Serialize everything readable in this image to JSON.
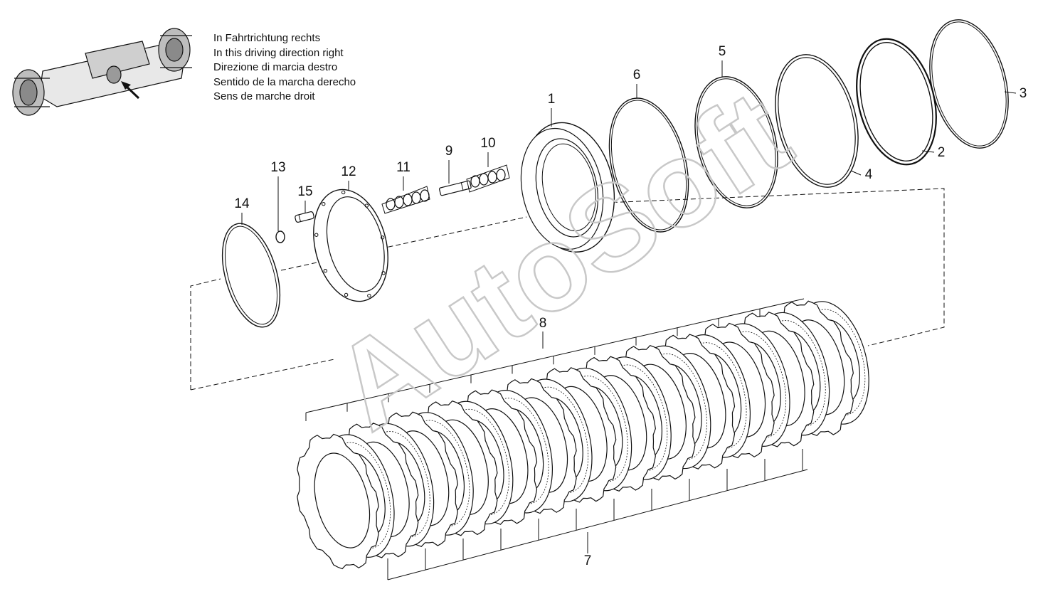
{
  "direction_text": [
    "In Fahrtrichtung rechts",
    "In this driving direction right",
    "Direzione di marcia destro",
    "Sentido de la marcha derecho",
    "Sens de marche droit"
  ],
  "watermark": "AutoSoft",
  "callouts": {
    "p1": "1",
    "p2": "2",
    "p3": "3",
    "p4": "4",
    "p5": "5",
    "p6": "6",
    "p7": "7",
    "p8": "8",
    "p9": "9",
    "p10": "10",
    "p11": "11",
    "p12": "12",
    "p13": "13",
    "p14": "14",
    "p15": "15"
  },
  "disc_count": 26,
  "colors": {
    "line": "#111111",
    "watermark": "#d9d9d9"
  }
}
